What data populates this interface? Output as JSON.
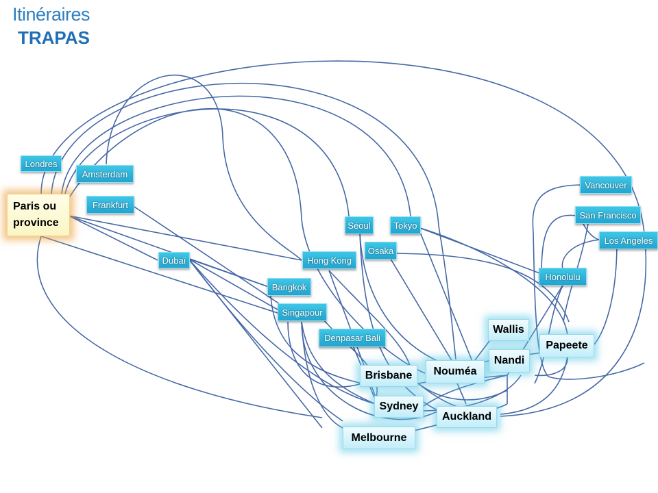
{
  "title": {
    "line1": "Itinéraires",
    "line2": "TRAPAS"
  },
  "origin": {
    "line1": "Paris ou",
    "line2": "province"
  },
  "small_nodes": {
    "londres": "Londres",
    "amsterdam": "Amsterdam",
    "frankfurt": "Frankfurt",
    "dubai": "Dubaï",
    "hongkong": "Hong Kong",
    "bangkok": "Bangkok",
    "singapour": "Singapour",
    "denpasar": "Denpasar Bali",
    "seoul": "Séoul",
    "tokyo": "Tokyo",
    "osaka": "Osaka",
    "vancouver": "Vancouver",
    "sanfrancisco": "San Francisco",
    "losangeles": "Los Angeles",
    "honolulu": "Honolulu"
  },
  "big_nodes": {
    "wallis": "Wallis",
    "nandi": "Nandi",
    "papeete": "Papeete",
    "noumea": "Nouméa",
    "brisbane": "Brisbane",
    "sydney": "Sydney",
    "auckland": "Auckland",
    "melbourne": "Melbourne"
  },
  "colors": {
    "title": "#2f7fc0",
    "route": "#4668a6",
    "small_node": "#22a4cf",
    "big_node": "#c3eefa",
    "origin": "#fbf6c4"
  }
}
